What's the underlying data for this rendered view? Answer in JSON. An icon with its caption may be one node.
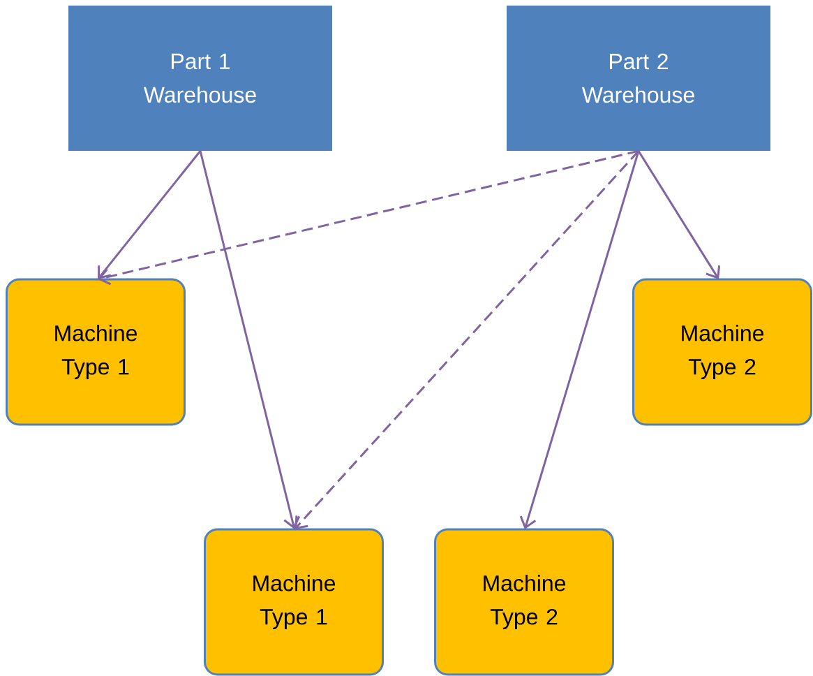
{
  "diagram": {
    "nodes": [
      {
        "text": [
          "Part 1 Warehouse"
        ]
      },
      {
        "text": [
          "Part 2 Warehouse"
        ]
      },
      {
        "text": [
          "Machine Type 1"
        ]
      },
      {
        "text": [
          "Machine Type 2"
        ]
      },
      {
        "text": [
          "Machine Type 1"
        ]
      },
      {
        "text": [
          "Machine Type 2"
        ]
      }
    ],
    "edges": [
      {
        "from": 0,
        "to": 2,
        "arrow": "to"
      },
      {
        "from": 0,
        "to": 4,
        "arrow": "to"
      },
      {
        "from": 1,
        "to": 2,
        "arrow": "to",
        "style": "dashed"
      },
      {
        "from": 1,
        "to": 4,
        "arrow": "to",
        "style": "dashed"
      },
      {
        "from": 1,
        "to": 5,
        "arrow": "to"
      },
      {
        "from": 1,
        "to": 3,
        "arrow": "to"
      }
    ]
  }
}
